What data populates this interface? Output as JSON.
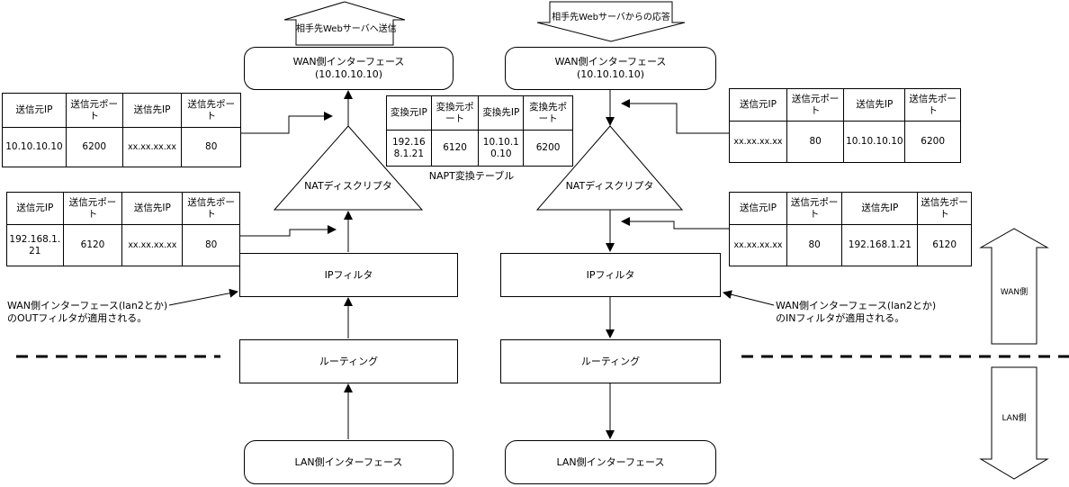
{
  "top_left_arrow": {
    "label": "相手先Webサーバへ送信"
  },
  "top_right_arrow": {
    "label": "相手先Webサーバからの応答"
  },
  "left": {
    "wan_interface": {
      "line1": "WAN側インターフェース",
      "line2": "(10.10.10.10)"
    },
    "nat": "NATディスクリプタ",
    "ip_filter": "IPフィルタ",
    "routing": "ルーティング",
    "lan_interface": "LAN側インターフェース",
    "note": {
      "line1": "WAN側インターフェース(lan2とか)",
      "line2": "のOUTフィルタが適用される。"
    },
    "table_after": {
      "headers": [
        "送信元IP",
        "送信元ポート",
        "送信先IP",
        "送信先ポート"
      ],
      "values": [
        "10.10.10.10",
        "6200",
        "xx.xx.xx.xx",
        "80"
      ]
    },
    "table_before": {
      "headers": [
        "送信元IP",
        "送信元ポート",
        "送信先IP",
        "送信先ポート"
      ],
      "values": [
        "192.168.1.21",
        "6120",
        "xx.xx.xx.xx",
        "80"
      ]
    }
  },
  "right": {
    "wan_interface": {
      "line1": "WAN側インターフェース",
      "line2": "(10.10.10.10)"
    },
    "nat": "NATディスクリプタ",
    "ip_filter": "IPフィルタ",
    "routing": "ルーティング",
    "lan_interface": "LAN側インターフェース",
    "note": {
      "line1": "WAN側インターフェース(lan2とか)",
      "line2": "のINフィルタが適用される。"
    },
    "table_before": {
      "headers": [
        "送信元IP",
        "送信元ポート",
        "送信先IP",
        "送信先ポート"
      ],
      "values": [
        "xx.xx.xx.xx",
        "80",
        "10.10.10.10",
        "6200"
      ]
    },
    "table_after": {
      "headers": [
        "送信元IP",
        "送信元ポート",
        "送信先IP",
        "送信先ポート"
      ],
      "values": [
        "xx.xx.xx.xx",
        "80",
        "192.168.1.21",
        "6120"
      ]
    }
  },
  "napt_table": {
    "caption": "NAPT変換テーブル",
    "headers": [
      "変換元IP",
      "変換元ポート",
      "変換先IP",
      "変換先ポート"
    ],
    "values": [
      "192.168.1.21",
      "6120",
      "10.10.10.10",
      "6200"
    ]
  },
  "side": {
    "wan_label": "WAN側",
    "lan_label": "LAN側"
  }
}
